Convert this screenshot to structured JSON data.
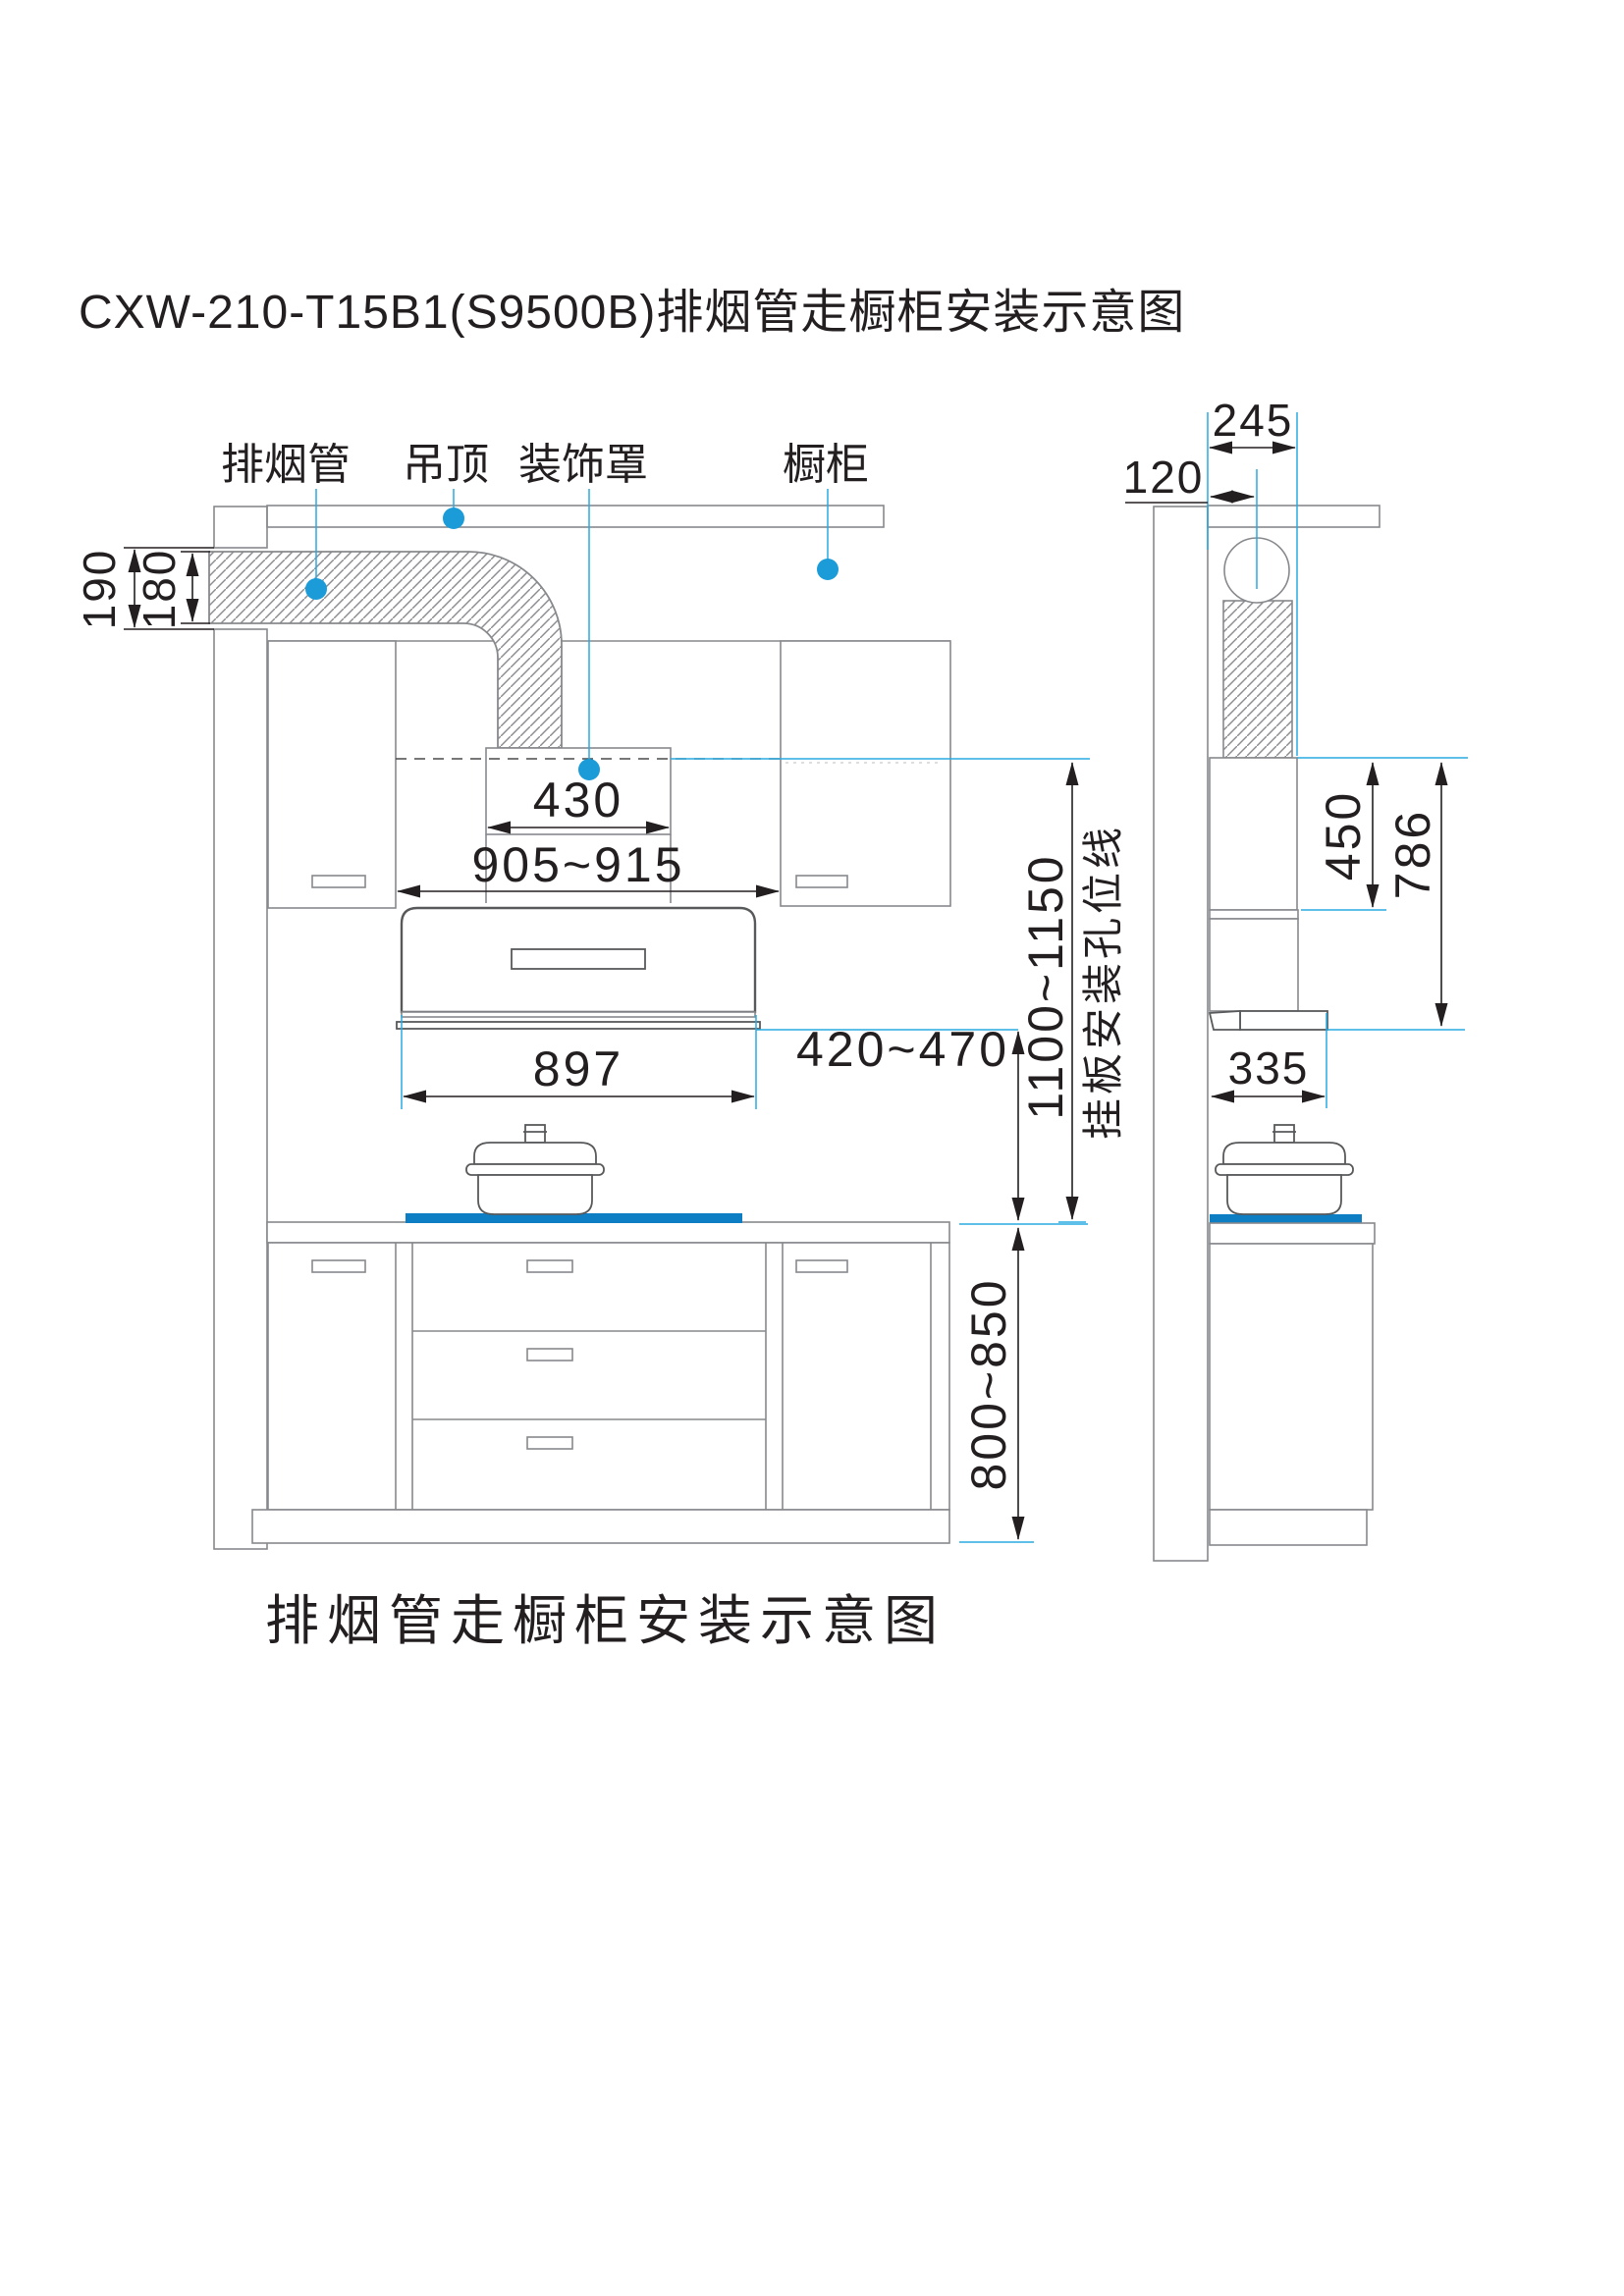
{
  "title": "CXW-210-T15B1(S9500B)排烟管走橱柜安装示意图",
  "caption": "排烟管走橱柜安装示意图",
  "labels": {
    "exhaust_pipe": "排烟管",
    "ceiling": "吊顶",
    "decorative_cover": "装饰罩",
    "cabinet": "橱柜"
  },
  "front_view": {
    "wall_hole_height": "190",
    "pipe_diameter": "180",
    "cover_width": "430",
    "cabinet_gap_width": "905~915",
    "hood_width": "897",
    "hood_to_cooktop": "420~470",
    "mount_line_to_cooktop": "1100~1150",
    "mount_line_label": "挂板安装孔位线",
    "counter_height": "800~850"
  },
  "side_view": {
    "cover_depth": "245",
    "wall_to_pipe": "120",
    "cover_height": "450",
    "overall_height": "786",
    "hood_depth": "335"
  },
  "colors": {
    "accent_blue": "#29ABE2",
    "dot_blue": "#1B9CD8",
    "cooktop_blue": "#0E7EC4",
    "line_gray": "#87898C",
    "ink": "#231F20"
  }
}
